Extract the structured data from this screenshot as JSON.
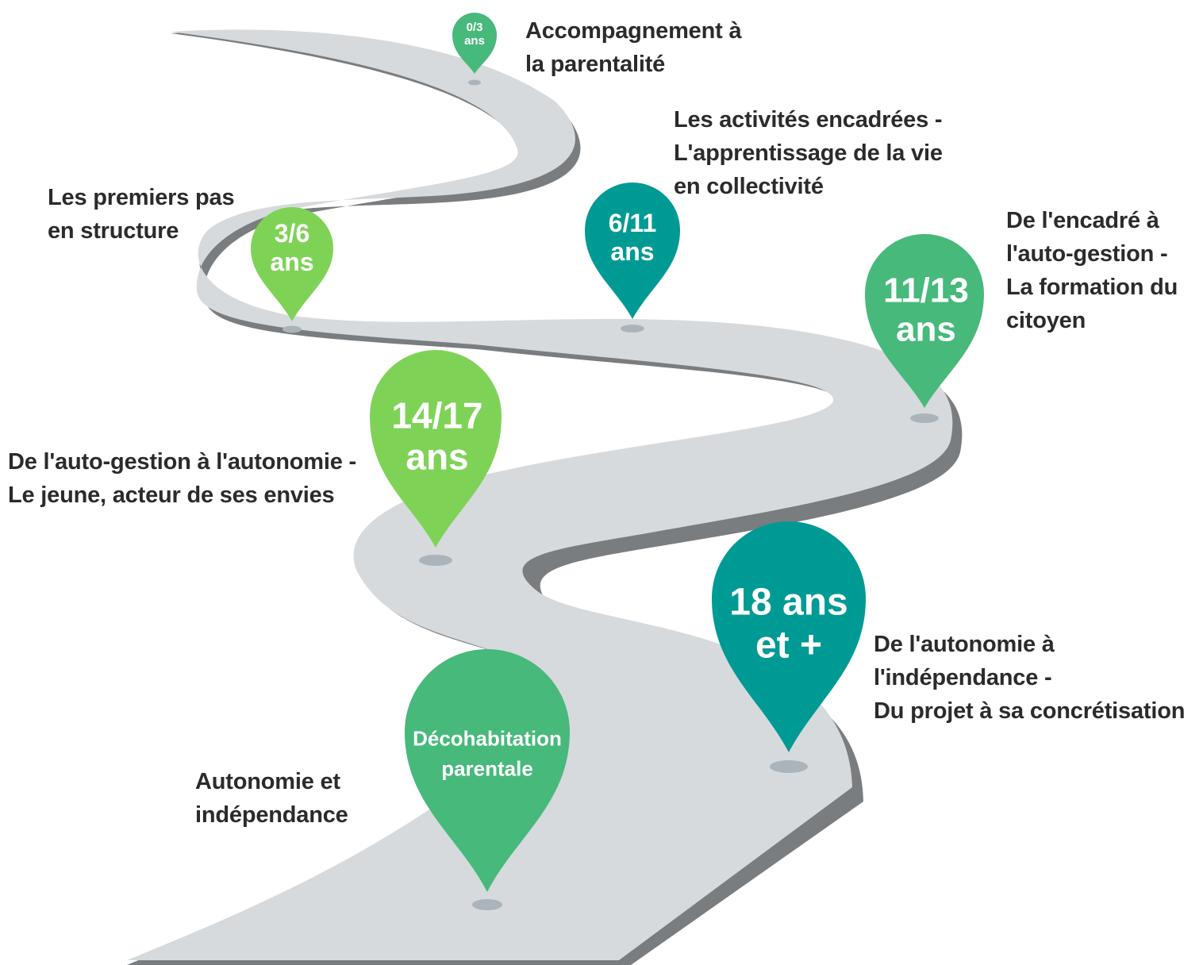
{
  "colors": {
    "road": "#d6dadd",
    "road_edge": "#7a7d80",
    "pin_shadow": "#aab4ba",
    "light_green": "#7ed357",
    "mid_green": "#47b97b",
    "teal": "#009a94",
    "text": "#2b2b2b"
  },
  "milestones": [
    {
      "id": "0-3",
      "pin_lines": [
        "0/3",
        "ans"
      ],
      "description_lines": [
        "Accompagnement à",
        "la parentalité"
      ],
      "color": "mid_green"
    },
    {
      "id": "3-6",
      "pin_lines": [
        "3/6",
        "ans"
      ],
      "description_lines": [
        "Les premiers pas",
        "en structure"
      ],
      "color": "light_green"
    },
    {
      "id": "6-11",
      "pin_lines": [
        "6/11",
        "ans"
      ],
      "description_lines": [
        "Les activités encadrées -",
        "L'apprentissage de la vie",
        "en collectivité"
      ],
      "color": "teal"
    },
    {
      "id": "11-13",
      "pin_lines": [
        "11/13",
        "ans"
      ],
      "description_lines": [
        "De l'encadré à",
        "l'auto-gestion -",
        "La formation du",
        "citoyen"
      ],
      "color": "mid_green"
    },
    {
      "id": "14-17",
      "pin_lines": [
        "14/17",
        "ans"
      ],
      "description_lines": [
        "De l'auto-gestion à l'autonomie -",
        "Le jeune, acteur de ses envies"
      ],
      "color": "light_green"
    },
    {
      "id": "18-plus",
      "pin_lines": [
        "18 ans",
        "et +"
      ],
      "description_lines": [
        "De l'autonomie à",
        "l'indépendance -",
        "Du projet à sa concrétisation"
      ],
      "color": "teal"
    },
    {
      "id": "decohabitation",
      "pin_lines": [
        "Décohabitation",
        "parentale"
      ],
      "description_lines": [
        "Autonomie et",
        "indépendance"
      ],
      "color": "mid_green"
    }
  ]
}
